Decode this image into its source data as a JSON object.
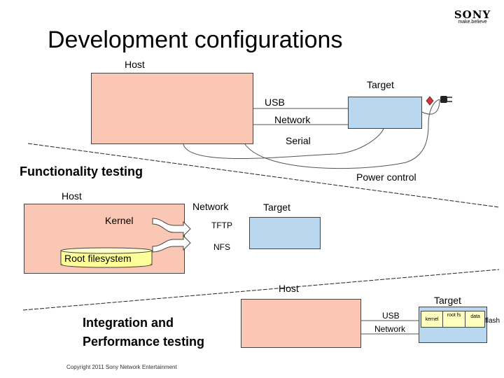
{
  "logo": {
    "brand": "SONY",
    "tagline": "make.believe"
  },
  "title": "Development configurations",
  "section1": {
    "host_label": "Host",
    "target_label": "Target",
    "usb_label": "USB",
    "network_label": "Network",
    "serial_label": "Serial",
    "power_label": "Power control"
  },
  "section2": {
    "heading": "Functionality testing",
    "host_label": "Host",
    "kernel_label": "Kernel",
    "rootfs_label": "Root filesystem",
    "network_label": "Network",
    "target_label": "Target",
    "tftp_label": "TFTP",
    "nfs_label": "NFS"
  },
  "section3": {
    "heading_line1": "Integration and",
    "heading_line2": "Performance testing",
    "host_label": "Host",
    "target_label": "Target",
    "usb_label": "USB",
    "network_label": "Network",
    "partitions": [
      "kernel",
      "root fs",
      "data"
    ],
    "flash_label": "flash"
  },
  "footer": {
    "copyright": "Copyright 2011 Sony Network Entertainment"
  },
  "colors": {
    "host_fill": "#f9c7b3",
    "target_fill": "#b9d8ef",
    "flash_fill": "#ffffc0",
    "power_diamond": "#e03030"
  }
}
